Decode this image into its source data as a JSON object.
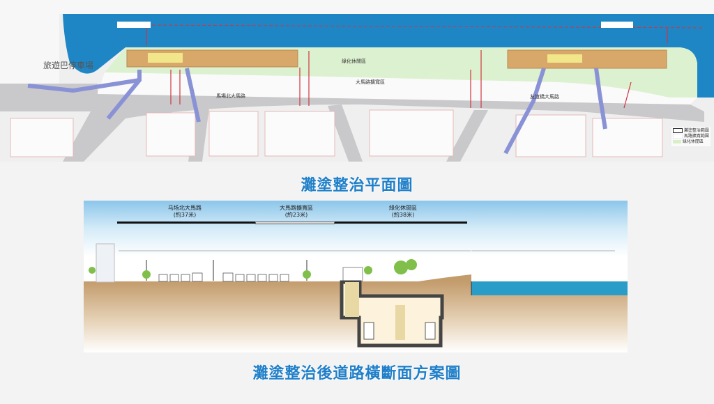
{
  "plan": {
    "title": "灘塗整治平面圖",
    "labels": {
      "coach_park": "旅遊巴停車場",
      "road_north": "馬場北大馬路",
      "road_east": "友誼橋大馬路",
      "green_area": "綠化休閒區",
      "road_widening": "大馬路擴寬區"
    },
    "legend": [
      {
        "label": "灘塗整治範圍",
        "color": "#ffffff"
      },
      {
        "label": "馬路擴寬範圍",
        "color": "#ffffff"
      },
      {
        "label": "綠化休閒區",
        "color": "#d8f0c8"
      }
    ],
    "colors": {
      "sea": "#1f86c6",
      "green": "#dcf1cf",
      "station": "#d8a86a",
      "road": "#c9c9cb",
      "bridge": "#8a92d6"
    }
  },
  "section": {
    "title": "灘塗整治後道路橫斷面方案圖",
    "zones": [
      {
        "name": "马场北大馬路",
        "width": "(約37米)"
      },
      {
        "name": "大馬路擴寬區",
        "width": "(約23米)"
      },
      {
        "name": "綠化休閒區",
        "width": "(約38米)"
      }
    ],
    "colors": {
      "sky": "#cfe8f6",
      "ground": "#c9a67a",
      "water": "#2a9cc8"
    }
  }
}
